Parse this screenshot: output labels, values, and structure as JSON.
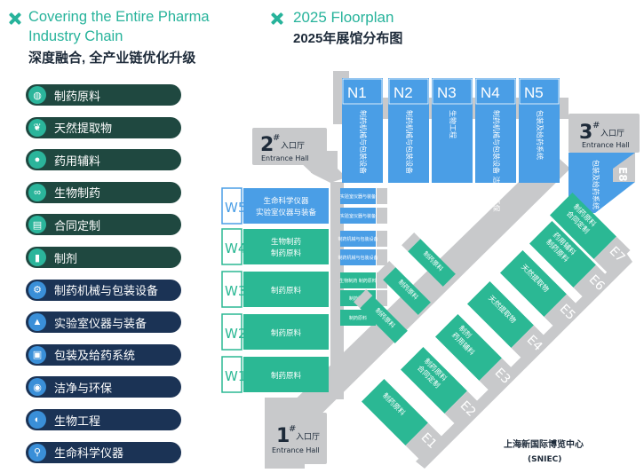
{
  "left": {
    "heading_en_1": "Covering the Entire Pharma",
    "heading_en_2": "Industry Chain",
    "heading_cn": "深度融合, 全产业链优化升级",
    "items": [
      {
        "label": "制药原料",
        "icon": "capsule-icon",
        "group": "green"
      },
      {
        "label": "天然提取物",
        "icon": "leaf-icon",
        "group": "green"
      },
      {
        "label": "药用辅料",
        "icon": "drop-icon",
        "group": "green"
      },
      {
        "label": "生物制药",
        "icon": "dna-icon",
        "group": "green"
      },
      {
        "label": "合同定制",
        "icon": "clipboard-icon",
        "group": "green"
      },
      {
        "label": "制剂",
        "icon": "bottle-icon",
        "group": "green"
      },
      {
        "label": "制药机械与包装设备",
        "icon": "gear-icon",
        "group": "navy"
      },
      {
        "label": "实验室仪器与装备",
        "icon": "flask-icon",
        "group": "navy"
      },
      {
        "label": "包装及给药系统",
        "icon": "package-icon",
        "group": "navy"
      },
      {
        "label": "洁净与环保",
        "icon": "mask-icon",
        "group": "navy"
      },
      {
        "label": "生物工程",
        "icon": "biotech-icon",
        "group": "navy"
      },
      {
        "label": "生命科学仪器",
        "icon": "microscope-icon",
        "group": "navy"
      }
    ]
  },
  "floorplan": {
    "title_en": "2025 Floorplan",
    "title_cn": "2025年展馆分布图",
    "colors": {
      "blue": "#4a9ee6",
      "green": "#2bb894",
      "gray": "#c8c9cb",
      "white": "#ffffff"
    },
    "north_halls": [
      {
        "id": "N1",
        "text": "制药机械与包装设备"
      },
      {
        "id": "N2",
        "text": "制药机械与包装设备"
      },
      {
        "id": "N3",
        "text": "生物工程"
      },
      {
        "id": "N4",
        "text": "制药机械与包装设备 洁净与环保"
      },
      {
        "id": "N5",
        "text": "包装及给药系统"
      }
    ],
    "e8": {
      "id": "E8",
      "text": "包装及给药系统"
    },
    "w_halls": [
      {
        "id": "W5",
        "text1": "生命科学仪器",
        "text2": "实验室仪器与装备"
      },
      {
        "id": "W4",
        "text1": "生物制药",
        "text2": "制药原料"
      },
      {
        "id": "W3",
        "text1": "制药原料",
        "text2": ""
      },
      {
        "id": "W2",
        "text1": "制药原料",
        "text2": ""
      },
      {
        "id": "W1",
        "text1": "制药原料",
        "text2": ""
      }
    ],
    "small_halls": [
      {
        "id": "W5-1",
        "text": "实验室仪器与装备",
        "c": "blue"
      },
      {
        "id": "W5-2",
        "text": "实验室仪器与装备",
        "c": "blue"
      },
      {
        "id": "W4-1",
        "text": "制药机械与包装设备",
        "c": "blue"
      },
      {
        "id": "W4-2",
        "text": "制药机械与包装设备",
        "c": "blue"
      },
      {
        "id": "W3-1",
        "text": "生物制药 制药原料",
        "c": "green"
      },
      {
        "id": "W3-2",
        "text": "制药原料",
        "c": "green"
      },
      {
        "id": "W3-3",
        "text": "制药原料",
        "c": "green"
      }
    ],
    "e_halls": [
      {
        "id": "E1",
        "text1": "制药原料",
        "text2": ""
      },
      {
        "id": "E2",
        "text1": "合同定制",
        "text2": "制药原料"
      },
      {
        "id": "E3",
        "text1": "药用辅料",
        "text2": "制剂"
      },
      {
        "id": "E4",
        "text1": "天然提取物",
        "text2": ""
      },
      {
        "id": "E5",
        "text1": "天然提取物",
        "text2": ""
      },
      {
        "id": "E6",
        "text1": "制药原料",
        "text2": "药用辅料"
      },
      {
        "id": "E7",
        "text1": "合同定制",
        "text2": "制药原料"
      }
    ],
    "inner_halls": [
      {
        "id": "inner-1",
        "text": "制药原料"
      },
      {
        "id": "inner-2",
        "text": "制药原料"
      },
      {
        "id": "inner-3",
        "text": "制药原料"
      }
    ],
    "entrance1": {
      "num": "1",
      "sup": "#",
      "cn": "入口厅",
      "en": "Entrance Hall"
    },
    "entrance2": {
      "num": "2",
      "sup": "#",
      "cn": "入口厅",
      "en": "Entrance Hall"
    },
    "entrance3": {
      "num": "3",
      "sup": "#",
      "cn": "入口厅",
      "en": "Entrance Hall"
    },
    "venue_cn": "上海新国际博览中心",
    "venue_en": "(SNIEC)"
  }
}
